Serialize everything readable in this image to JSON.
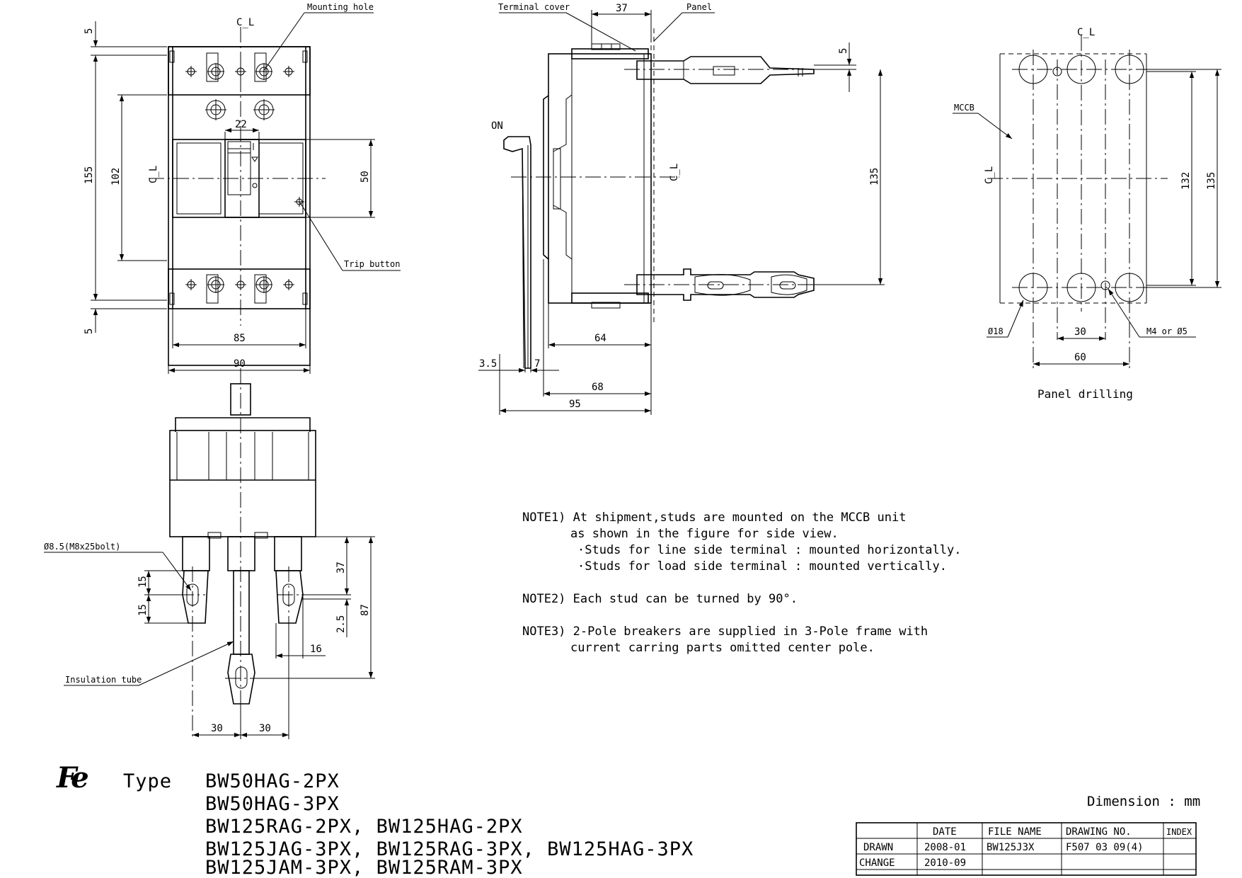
{
  "front_view": {
    "labels": {
      "mounting_hole": "Mounting hole",
      "trip_button": "Trip button",
      "centerline": "C̲L"
    },
    "dims": {
      "top_offset": "5",
      "height_155": "155",
      "height_102": "102",
      "handle_width": "22",
      "window_height": "50",
      "bottom_offset": "5",
      "width_85": "85",
      "width_90": "90"
    }
  },
  "side_view": {
    "labels": {
      "terminal_cover": "Terminal cover",
      "panel": "Panel",
      "on": "ON",
      "centerline": "C̲L"
    },
    "dims": {
      "cover_37": "37",
      "stud_5": "5",
      "height_135": "135",
      "depth_64": "64",
      "handle_3_5": "3.5",
      "handle_7": "7",
      "depth_68": "68",
      "depth_95": "95"
    }
  },
  "panel_drilling": {
    "title": "Panel drilling",
    "labels": {
      "mccb": "MCCB",
      "hole_18": "Ø18",
      "screw": "M4 or Ø5",
      "centerline": "C̲L"
    },
    "dims": {
      "height_132": "132",
      "height_135": "135",
      "pitch_30": "30",
      "pitch_60": "60"
    }
  },
  "rear_view": {
    "labels": {
      "bolt": "Ø8.5(M8x25bolt)",
      "insulation_tube": "Insulation tube"
    },
    "dims": {
      "d15a": "15",
      "d15b": "15",
      "d37": "37",
      "d2_5": "2.5",
      "d87": "87",
      "d16": "16",
      "d30a": "30",
      "d30b": "30"
    }
  },
  "notes": [
    "NOTE1) At shipment,studs are mounted on the MCCB unit",
    "as shown in the figure for side view.",
    "·Studs for line side terminal : mounted horizontally.",
    "·Studs for load side terminal : mounted vertically.",
    "NOTE2) Each stud can be turned by 90°.",
    "NOTE3) 2-Pole breakers are supplied in 3-Pole frame with",
    "current carring parts omitted center pole."
  ],
  "type_block": {
    "logo": "Fe",
    "label": "Type",
    "models": [
      "BW50HAG-2PX",
      "BW50HAG-3PX",
      "BW125RAG-2PX, BW125HAG-2PX",
      "BW125JAG-3PX, BW125RAG-3PX, BW125HAG-3PX",
      "BW125JAM-3PX, BW125RAM-3PX"
    ]
  },
  "dimension_unit": "Dimension : mm",
  "title_block": {
    "headers": [
      "DATE",
      "FILE NAME",
      "DRAWING NO.",
      "INDEX"
    ],
    "rows": [
      {
        "label": "DRAWN",
        "date": "2008-01",
        "file": "BW125J3X",
        "drawing": "F507 03 09(4)",
        "index": ""
      },
      {
        "label": "CHANGE",
        "date": "2010-09",
        "file": "",
        "drawing": "",
        "index": ""
      }
    ]
  }
}
